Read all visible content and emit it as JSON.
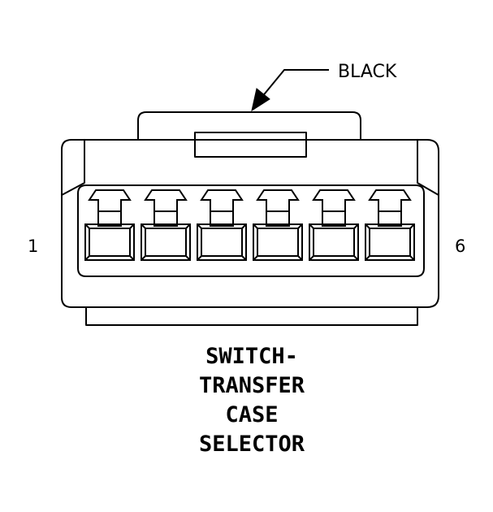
{
  "connector": {
    "color_label": "BLACK",
    "pin_first": "1",
    "pin_last": "6",
    "pin_count": 6
  },
  "title": {
    "lines": [
      "SWITCH-",
      "TRANSFER",
      "CASE",
      "SELECTOR"
    ]
  },
  "colors": {
    "line": "#000000",
    "background": "#ffffff"
  }
}
